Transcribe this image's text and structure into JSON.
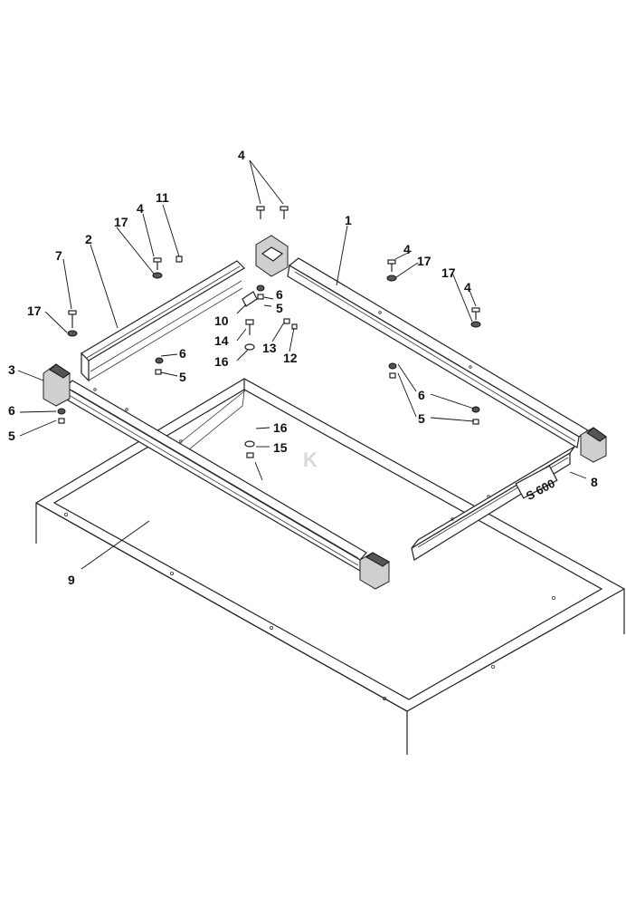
{
  "callouts": {
    "c1": "1",
    "c2": "2",
    "c3": "3",
    "c4a": "4",
    "c4b": "4",
    "c4c": "4",
    "c4d": "4",
    "c5a": "5",
    "c5b": "5",
    "c5c": "5",
    "c5d": "5",
    "c6a": "6",
    "c6b": "6",
    "c6c": "6",
    "c6d": "6",
    "c7": "7",
    "c8": "8",
    "c9": "9",
    "c10": "10",
    "c11": "11",
    "c12": "12",
    "c13": "13",
    "c14": "14",
    "c15": "15",
    "c16a": "16",
    "c16b": "16",
    "c17a": "17",
    "c17b": "17",
    "c17c": "17",
    "c17d": "17"
  },
  "model_plate": "S 600",
  "watermark": "K"
}
